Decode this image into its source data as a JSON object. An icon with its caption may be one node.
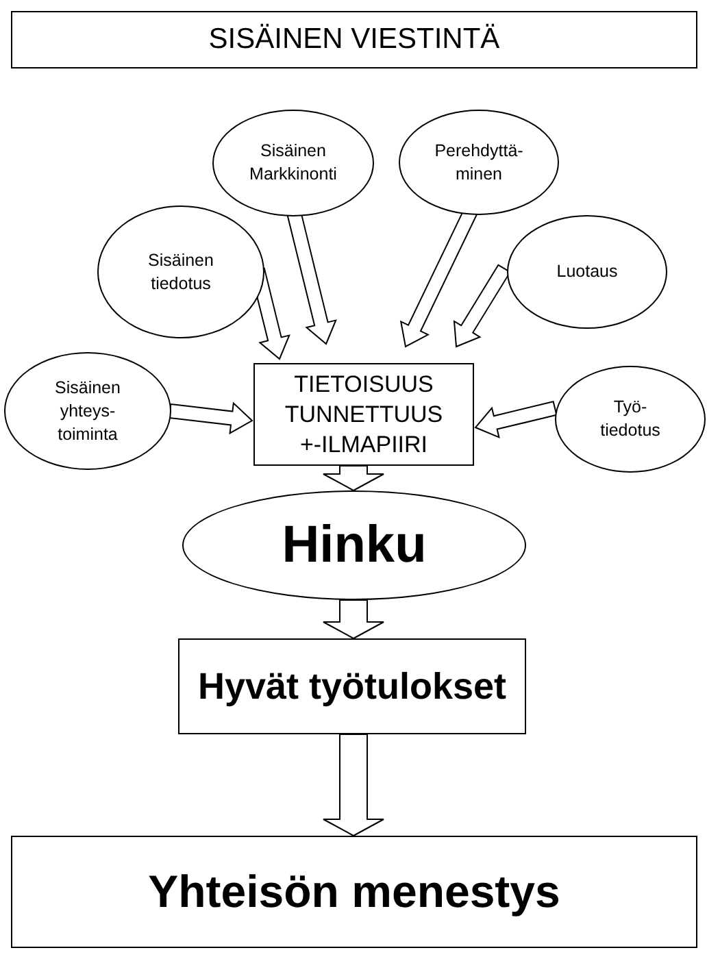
{
  "diagram": {
    "nodes": [
      {
        "text": [
          "SISÄINEN VIESTINTÄ"
        ]
      },
      {
        "text": [
          "Sisäinen Markkinonti"
        ]
      },
      {
        "text": [
          "Perehdyttä- minen"
        ]
      },
      {
        "text": [
          "Sisäinen tiedotus"
        ]
      },
      {
        "text": [
          "Luotaus"
        ]
      },
      {
        "text": [
          "Sisäinen yhteys- toiminta"
        ]
      },
      {
        "text": [
          "TIETOISUUS TUNNETTUUS +-ILMAPIIRI"
        ]
      },
      {
        "text": [
          "Työ- tiedotus"
        ]
      },
      {
        "text": [
          "Hinku"
        ]
      },
      {
        "text": [
          "Hyvät työtulokset"
        ]
      },
      {
        "text": [
          "Yhteisön menestys"
        ]
      }
    ],
    "edges": [
      {
        "from": 3,
        "to": 6,
        "arrow": "to"
      },
      {
        "from": 1,
        "to": 6,
        "arrow": "to"
      },
      {
        "from": 2,
        "to": 6,
        "arrow": "to"
      },
      {
        "from": 4,
        "to": 6,
        "arrow": "to"
      },
      {
        "from": 5,
        "to": 6,
        "arrow": "to"
      },
      {
        "from": 7,
        "to": 6,
        "arrow": "to"
      },
      {
        "from": 6,
        "to": 8,
        "arrow": "to"
      },
      {
        "from": 8,
        "to": 9,
        "arrow": "to"
      },
      {
        "from": 9,
        "to": 10,
        "arrow": "to"
      }
    ]
  }
}
